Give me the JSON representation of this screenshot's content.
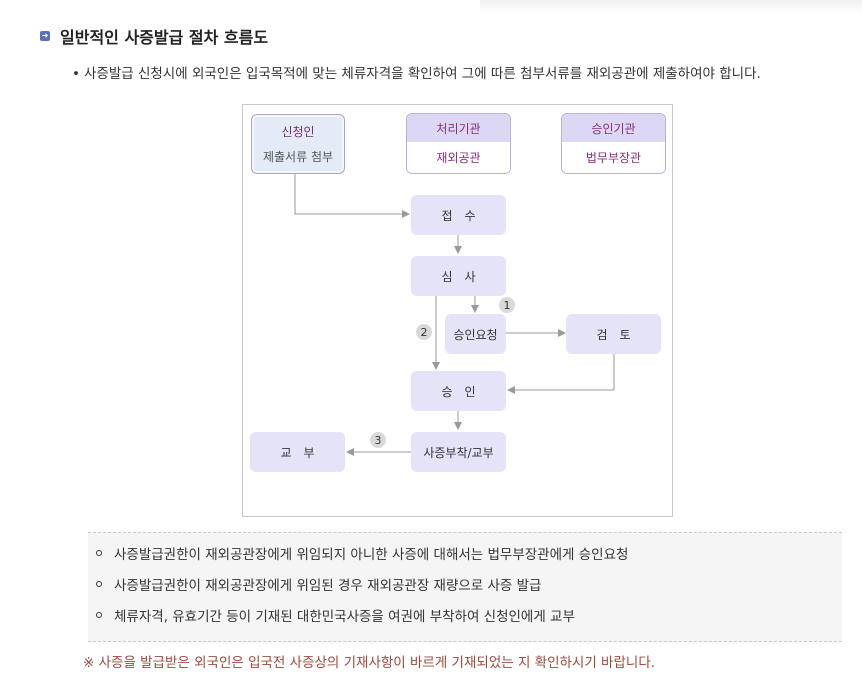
{
  "heading": {
    "icon": "arrow-right-square-icon",
    "text": "일반적인 사증발급 절차 흐름도"
  },
  "intro": {
    "bullet": "•",
    "text": "사증발급 신청시에 외국인은 입국목적에 맞는 체류자격을 확인하여 그에 따른 첨부서류를 재외공관에 제출하여야 합니다."
  },
  "diagram": {
    "applicant": {
      "line1": "신청인",
      "line2": "제출서류 첨부"
    },
    "processing_org": {
      "title": "처리기관",
      "name": "재외공관"
    },
    "approval_org": {
      "title": "승인기관",
      "name": "법무부장관"
    },
    "steps": {
      "reception": "접　수",
      "review": "심　사",
      "approval_request": "승인요청",
      "examination": "검　토",
      "approval": "승　인",
      "visa_attach": "사증부착/교부",
      "delivery": "교　부"
    },
    "badges": {
      "one": "1",
      "two": "2",
      "three": "3"
    }
  },
  "notes": [
    "사증발급권한이 재외공관장에게 위임되지 아니한 사증에 대해서는 법무부장관에게 승인요청",
    "사증발급권한이 재외공관장에게 위임된 경우 재외공관장 재량으로 사증 발급",
    "체류자격, 유효기간 등이 기재된 대한민국사증을 여권에 부착하여 신청인에게 교부"
  ],
  "footnote": "※ 사증을 발급받은 외국인은 입국전 사증상의 기재사항이 바르게 기재되었는 지 확인하시기 바랍니다.",
  "colors": {
    "node_fill": "#e5e3f8",
    "org_header": "#dcd8f4",
    "org_text": "#8a2d7f",
    "footnote": "#a0493d",
    "arrow": "#9a9a9a"
  }
}
